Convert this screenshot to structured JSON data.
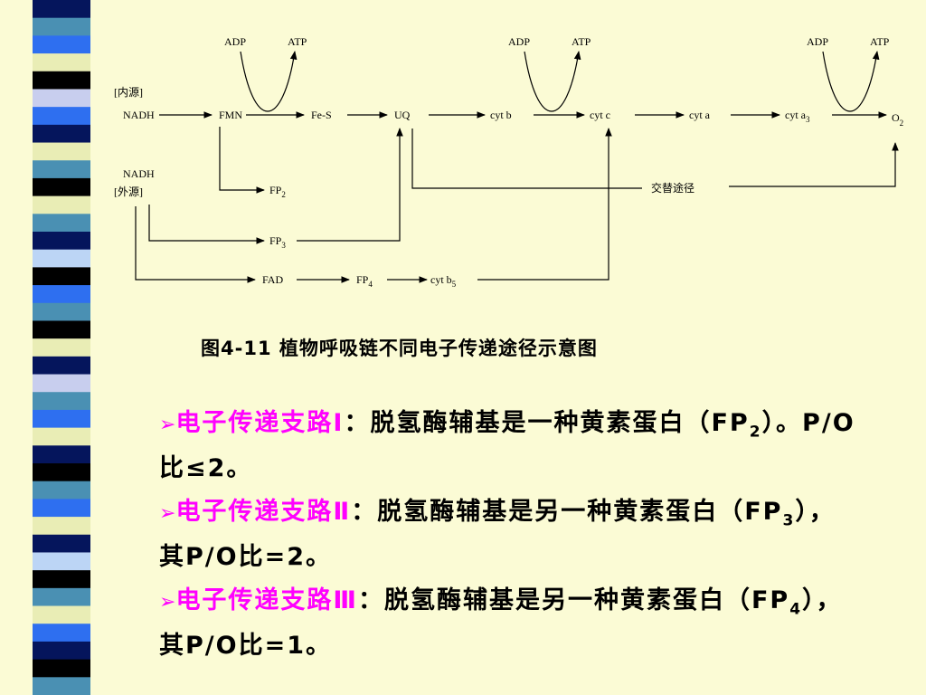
{
  "stripes": {
    "colors": [
      "#05155c",
      "#4a90b3",
      "#2e6ff0",
      "#e9edb5",
      "#000000",
      "#c8ceee",
      "#2e6ff0",
      "#05155c",
      "#e9edb5",
      "#4a90b3",
      "#000000",
      "#e9edb5",
      "#4a90b3",
      "#05155c",
      "#bcd5f5",
      "#000000",
      "#2e6ff0",
      "#4a90b3",
      "#000000",
      "#e9edb5",
      "#05155c",
      "#c8ceee",
      "#4a90b3",
      "#2e6ff0",
      "#e9edb5",
      "#05155c",
      "#000000",
      "#4a90b3",
      "#2e6ff0",
      "#e9edb5",
      "#05155c",
      "#bcd5f5",
      "#000000",
      "#4a90b3",
      "#e9edb5",
      "#2e6ff0",
      "#05155c",
      "#000000",
      "#4a90b3"
    ]
  },
  "diagram": {
    "adp": "ADP",
    "atp": "ATP",
    "internal_label": "[内源]",
    "external_label": "[外源]",
    "nadh": "NADH",
    "fmn": "FMN",
    "fes": "Fe-S",
    "uq": "UQ",
    "cytb": "cyt b",
    "cytc": "cyt c",
    "cyta": "cyt a",
    "cyta3": "cyt a",
    "cyta3_sub": "3",
    "o2": "O",
    "o2_sub": "2",
    "fp2": "FP",
    "fp2_sub": "2",
    "fp3": "FP",
    "fp3_sub": "3",
    "fad": "FAD",
    "fp4": "FP",
    "fp4_sub": "4",
    "cytb5": "cyt b",
    "cytb5_sub": "5",
    "alternative": "交替途径"
  },
  "caption": "图4-11 植物呼吸链不同电子传递途径示意图",
  "bullets": [
    {
      "marker": "➢",
      "title": "电子传递支路Ⅰ",
      "sep": "：",
      "text1": "脱氢酶辅基是一种黄素蛋白（FP",
      "sub": "2",
      "text2": "）。P/O比≤2。"
    },
    {
      "marker": "➢",
      "title": "电子传递支路Ⅱ",
      "sep": "：",
      "text1": "脱氢酶辅基是另一种黄素蛋白（FP",
      "sub": "3",
      "text2": "），其P/O比=2。"
    },
    {
      "marker": "➢",
      "title": "电子传递支路Ⅲ",
      "sep": "：",
      "text1": "脱氢酶辅基是另一种黄素蛋白（FP",
      "sub": "4",
      "text2": "），其P/O比=1。"
    }
  ]
}
